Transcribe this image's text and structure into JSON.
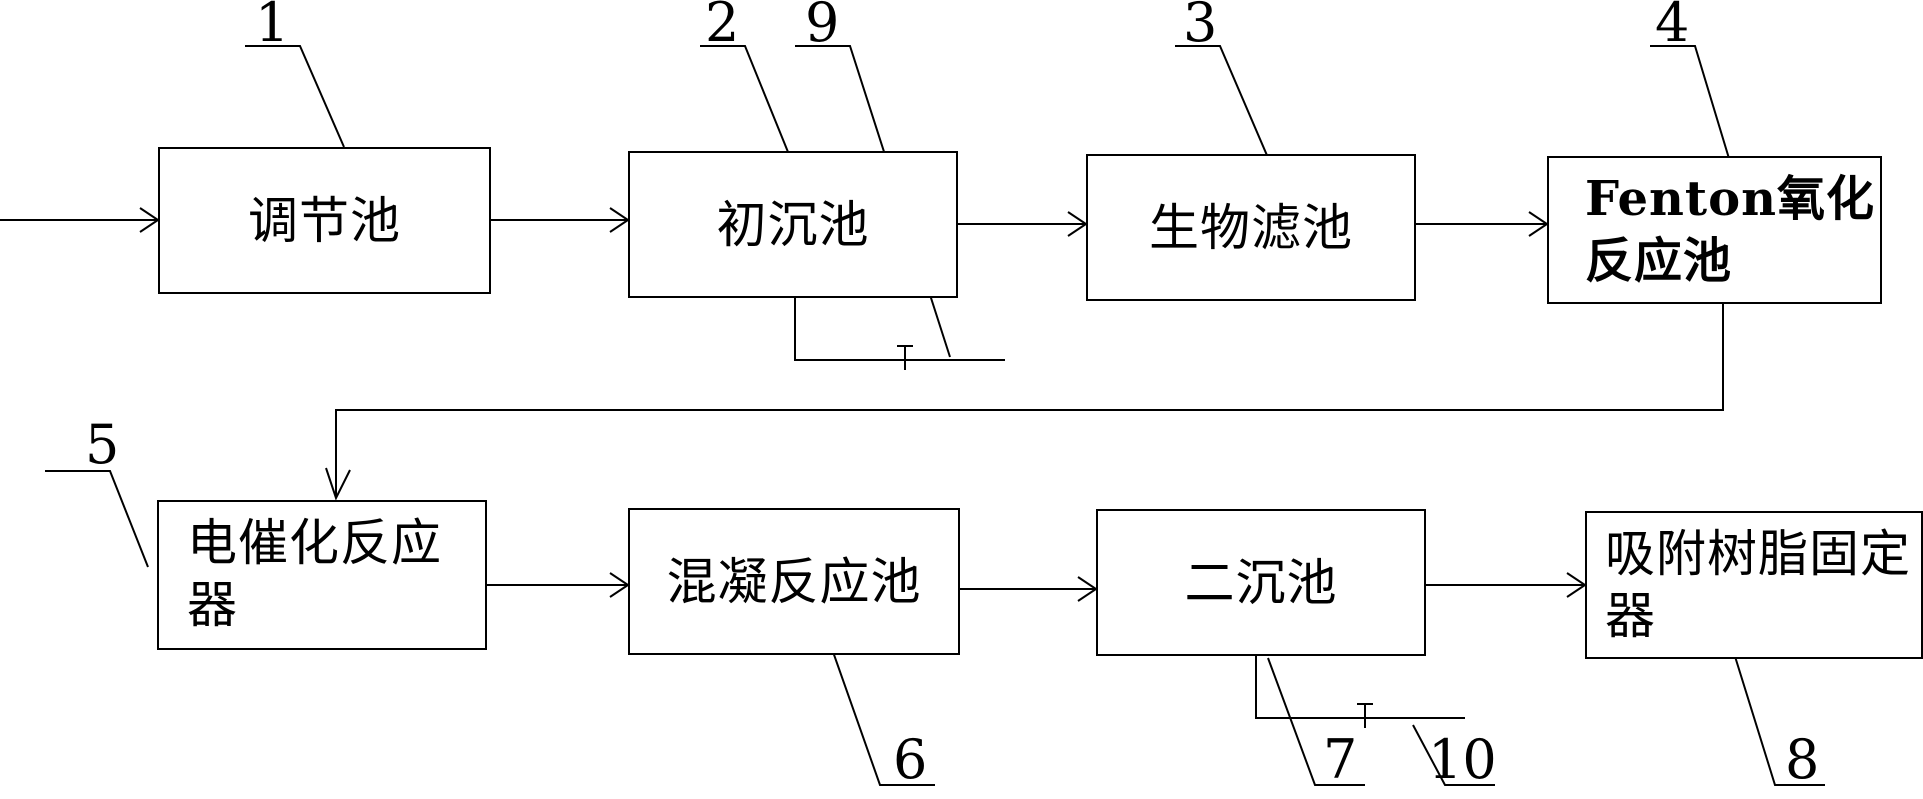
{
  "diagram": {
    "boxes": [
      {
        "id": "1",
        "label": "调节池"
      },
      {
        "id": "2",
        "label": "初沉池"
      },
      {
        "id": "3",
        "label": "生物滤池"
      },
      {
        "id": "4",
        "label": "Fenton氧化反应池"
      },
      {
        "id": "5",
        "label": "电催化反应器"
      },
      {
        "id": "6",
        "label": "混凝反应池"
      },
      {
        "id": "7",
        "label": "二沉池"
      },
      {
        "id": "8",
        "label": "吸附树脂固定器"
      }
    ],
    "callouts": [
      "1",
      "2",
      "9",
      "3",
      "4",
      "5",
      "6",
      "7",
      "10",
      "8"
    ]
  }
}
